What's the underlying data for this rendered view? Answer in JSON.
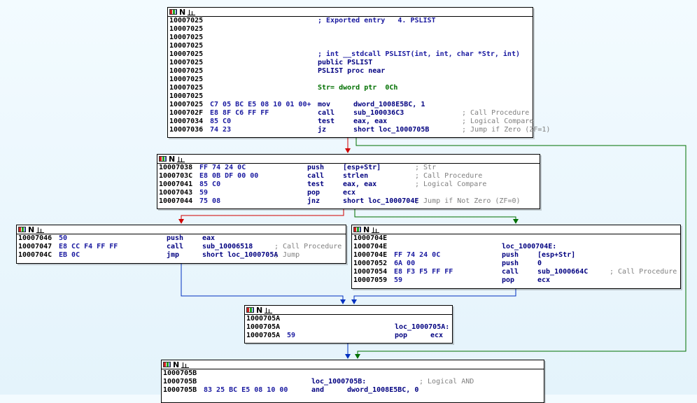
{
  "colors": {
    "address": "#000000",
    "bytes": "#1a1aa0",
    "instruction": "#000080",
    "comment": "#808080",
    "edge_true": "#007000",
    "edge_false": "#d00000",
    "edge_uncond": "#0030c0"
  },
  "icons": [
    "graph-colors-icon",
    "node-n-icon",
    "graph-layout-icon"
  ],
  "nodes": [
    {
      "rows": [
        {
          "addr": "10007025",
          "bytes": "",
          "mnem": "",
          "ops": "",
          "cmt": "",
          "label": "; Exported entry   4. PSLIST"
        },
        {
          "addr": "10007025",
          "bytes": "",
          "mnem": "",
          "ops": "",
          "cmt": "",
          "label": ""
        },
        {
          "addr": "10007025",
          "bytes": "",
          "mnem": "",
          "ops": "",
          "cmt": "",
          "label": ""
        },
        {
          "addr": "10007025",
          "bytes": "",
          "mnem": "",
          "ops": "",
          "cmt": "",
          "label": ""
        },
        {
          "addr": "10007025",
          "bytes": "",
          "mnem": "",
          "ops": "",
          "cmt": "",
          "label": "; int __stdcall PSLIST(int, int, char *Str, int)"
        },
        {
          "addr": "10007025",
          "bytes": "",
          "mnem": "",
          "ops": "",
          "cmt": "",
          "label": "public PSLIST"
        },
        {
          "addr": "10007025",
          "bytes": "",
          "mnem": "",
          "ops": "",
          "cmt": "",
          "label": "PSLIST proc near"
        },
        {
          "addr": "10007025",
          "bytes": "",
          "mnem": "",
          "ops": "",
          "cmt": "",
          "label": ""
        },
        {
          "addr": "10007025",
          "bytes": "",
          "mnem": "",
          "ops": "",
          "cmt": "",
          "label": "Str= dword ptr  0Ch"
        },
        {
          "addr": "10007025",
          "bytes": "",
          "mnem": "",
          "ops": "",
          "cmt": "",
          "label": ""
        },
        {
          "addr": "10007025",
          "bytes": "C7 05 BC E5 08 10 01 00+",
          "mnem": "mov",
          "ops": "dword_1008E5BC, 1",
          "cmt": "",
          "label": ""
        },
        {
          "addr": "1000702F",
          "bytes": "E8 8F C6 FF FF",
          "mnem": "call",
          "ops": "sub_100036C3",
          "cmt": "; Call Procedure",
          "label": ""
        },
        {
          "addr": "10007034",
          "bytes": "85 C0",
          "mnem": "test",
          "ops": "eax, eax",
          "cmt": "; Logical Compare",
          "label": ""
        },
        {
          "addr": "10007036",
          "bytes": "74 23",
          "mnem": "jz",
          "ops": "short loc_1000705B",
          "cmt": "; Jump if Zero (ZF=1)",
          "label": ""
        }
      ]
    },
    {
      "rows": [
        {
          "addr": "10007038",
          "bytes": "FF 74 24 0C",
          "mnem": "push",
          "ops": "[esp+Str]",
          "cmt": "; Str",
          "label": ""
        },
        {
          "addr": "1000703C",
          "bytes": "E8 0B DF 00 00",
          "mnem": "call",
          "ops": "strlen",
          "cmt": "; Call Procedure",
          "label": ""
        },
        {
          "addr": "10007041",
          "bytes": "85 C0",
          "mnem": "test",
          "ops": "eax, eax",
          "cmt": "; Logical Compare",
          "label": ""
        },
        {
          "addr": "10007043",
          "bytes": "59",
          "mnem": "pop",
          "ops": "ecx",
          "cmt": "",
          "label": ""
        },
        {
          "addr": "10007044",
          "bytes": "75 08",
          "mnem": "jnz",
          "ops": "short loc_1000704E",
          "cmt": "; Jump if Not Zero (ZF=0)",
          "label": ""
        }
      ]
    },
    {
      "rows": [
        {
          "addr": "10007046",
          "bytes": "50",
          "mnem": "push",
          "ops": "eax",
          "cmt": "",
          "label": ""
        },
        {
          "addr": "10007047",
          "bytes": "E8 CC F4 FF FF",
          "mnem": "call",
          "ops": "sub_10006518",
          "cmt": "; Call Procedure",
          "label": ""
        },
        {
          "addr": "1000704C",
          "bytes": "EB 0C",
          "mnem": "jmp",
          "ops": "short loc_1000705A",
          "cmt": "; Jump",
          "label": ""
        }
      ]
    },
    {
      "rows": [
        {
          "addr": "1000704E",
          "bytes": "",
          "mnem": "",
          "ops": "",
          "cmt": "",
          "label": ""
        },
        {
          "addr": "1000704E",
          "bytes": "",
          "mnem": "",
          "ops": "",
          "cmt": "",
          "label": "loc_1000704E:"
        },
        {
          "addr": "1000704E",
          "bytes": "FF 74 24 0C",
          "mnem": "push",
          "ops": "[esp+Str]",
          "cmt": "",
          "label": ""
        },
        {
          "addr": "10007052",
          "bytes": "6A 00",
          "mnem": "push",
          "ops": "0",
          "cmt": "",
          "label": ""
        },
        {
          "addr": "10007054",
          "bytes": "E8 F3 F5 FF FF",
          "mnem": "call",
          "ops": "sub_1000664C",
          "cmt": "; Call Procedure",
          "label": ""
        },
        {
          "addr": "10007059",
          "bytes": "59",
          "mnem": "pop",
          "ops": "ecx",
          "cmt": "",
          "label": ""
        }
      ]
    },
    {
      "rows": [
        {
          "addr": "1000705A",
          "bytes": "",
          "mnem": "",
          "ops": "",
          "cmt": "",
          "label": ""
        },
        {
          "addr": "1000705A",
          "bytes": "",
          "mnem": "",
          "ops": "",
          "cmt": "",
          "label": "loc_1000705A:"
        },
        {
          "addr": "1000705A",
          "bytes": "59",
          "mnem": "pop",
          "ops": "ecx",
          "cmt": "",
          "label": ""
        }
      ]
    },
    {
      "rows": [
        {
          "addr": "1000705B",
          "bytes": "",
          "mnem": "",
          "ops": "",
          "cmt": "",
          "label": ""
        },
        {
          "addr": "1000705B",
          "bytes": "",
          "mnem": "",
          "ops": "",
          "cmt": "; Logical AND",
          "label": "loc_1000705B:"
        },
        {
          "addr": "1000705B",
          "bytes": "83 25 BC E5 08 10 00",
          "mnem": "and",
          "ops": "dword_1008E5BC, 0",
          "cmt": "",
          "label": ""
        }
      ]
    }
  ]
}
